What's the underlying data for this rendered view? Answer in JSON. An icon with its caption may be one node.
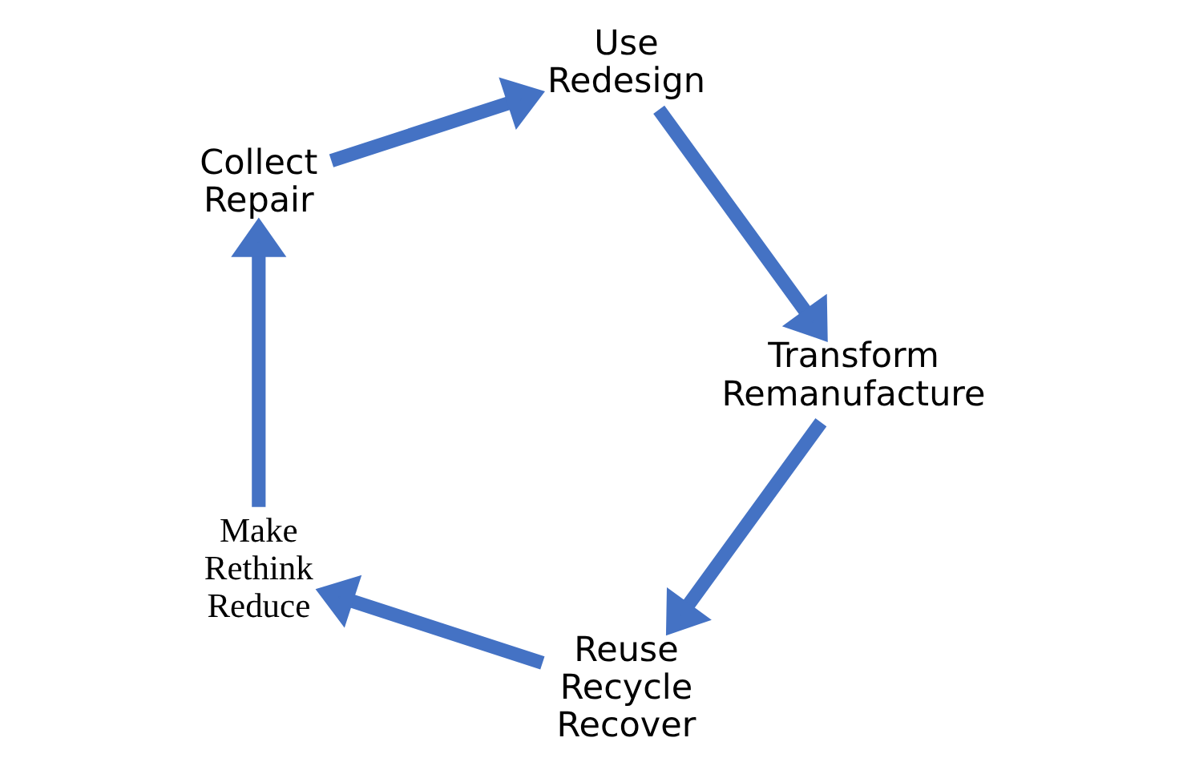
{
  "diagram": {
    "nodes": [
      {
        "text": [
          "Reuse",
          "Recycle",
          "Recover"
        ]
      },
      {
        "text": [
          "Make",
          "Rethink",
          "Reduce"
        ]
      },
      {
        "text": [
          "Collect",
          "Repair"
        ]
      },
      {
        "text": [
          "Use",
          "Redesign"
        ]
      },
      {
        "text": [
          "Transform",
          "Remanufacture"
        ]
      }
    ],
    "edges": [
      {
        "from": 0,
        "to": 1,
        "arrow": "to"
      },
      {
        "from": 1,
        "to": 2,
        "arrow": "to"
      },
      {
        "from": 2,
        "to": 3,
        "arrow": "to"
      },
      {
        "from": 3,
        "to": 4,
        "arrow": "to"
      },
      {
        "from": 4,
        "to": 0,
        "arrow": "to"
      }
    ]
  }
}
